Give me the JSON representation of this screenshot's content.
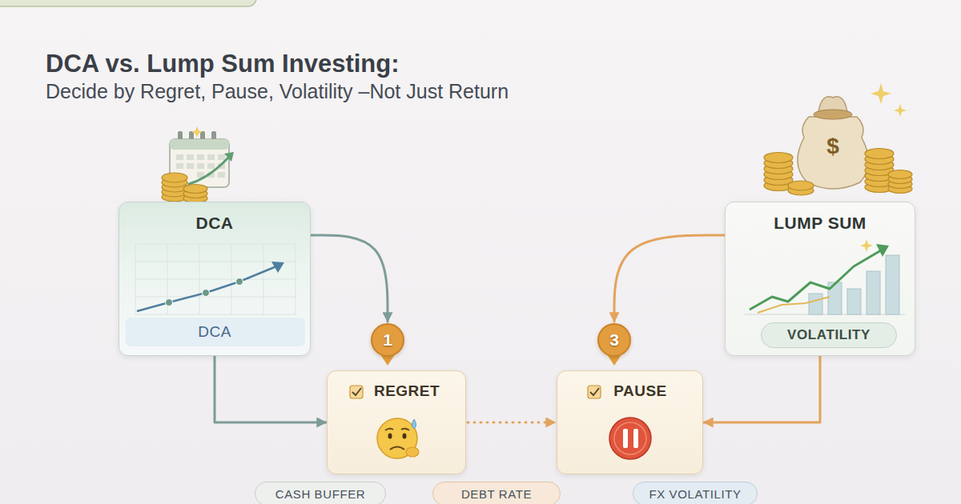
{
  "diagram": {
    "title": "DCA vs. Lump Sum Investing:",
    "nodes": [
      {
        "text": [
          "DCA",
          "DCA"
        ]
      },
      {
        "text": [
          "LUMP SUM"
        ]
      },
      {
        "text": [
          "VOLATILITY"
        ],
        "in": 1
      },
      {
        "text": [
          "1"
        ]
      },
      {
        "text": [
          "3"
        ]
      },
      {
        "text": [
          "REGRET"
        ]
      },
      {
        "text": [
          "PAUSE"
        ]
      },
      {
        "text": [
          "CASH BUFFER"
        ]
      },
      {
        "text": [
          "DEBT RATE"
        ]
      },
      {
        "text": [
          "FX VOLATILITY"
        ]
      }
    ],
    "edges": [
      {
        "from": 0,
        "to": 3,
        "arrow": "to"
      },
      {
        "from": 1,
        "to": 4,
        "arrow": "to"
      },
      {
        "from": 0,
        "to": 5,
        "arrow": "to"
      },
      {
        "from": 5,
        "to": 6,
        "arrow": "to"
      },
      {
        "from": 1,
        "to": 6,
        "arrow": "to"
      }
    ],
    "labels": [
      "Decide by Regret, Pause, Volatility –Not Just Return",
      "$"
    ]
  }
}
